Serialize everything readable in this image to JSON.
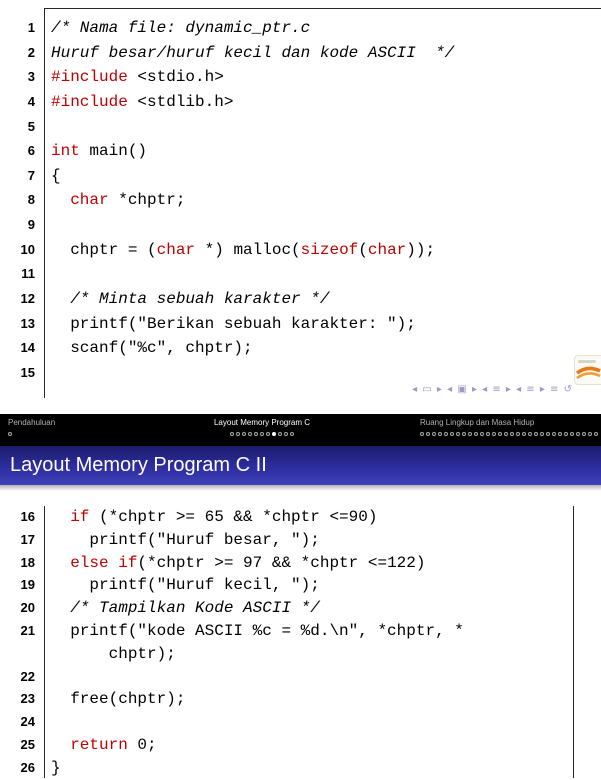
{
  "slide1": {
    "nav_symbols": "◂ ▭ ▸  ◂ ▣ ▸  ◂ ≡ ▸  ◂ ≡ ▸  ≡  ↺",
    "listing": {
      "lines": [
        {
          "no": 1,
          "segs": [
            {
              "s": "c",
              "t": "/* Nama file: dynamic_ptr.c"
            }
          ]
        },
        {
          "no": 2,
          "segs": [
            {
              "s": "c",
              "t": "Huruf besar/huruf kecil dan kode ASCII  */"
            }
          ]
        },
        {
          "no": 3,
          "segs": [
            {
              "s": "k",
              "t": "#include"
            },
            {
              "s": "p",
              "t": " <stdio.h>"
            }
          ]
        },
        {
          "no": 4,
          "segs": [
            {
              "s": "k",
              "t": "#include"
            },
            {
              "s": "p",
              "t": " <stdlib.h>"
            }
          ]
        },
        {
          "no": 5,
          "segs": []
        },
        {
          "no": 6,
          "segs": [
            {
              "s": "k",
              "t": "int"
            },
            {
              "s": "p",
              "t": " main()"
            }
          ]
        },
        {
          "no": 7,
          "segs": [
            {
              "s": "p",
              "t": "{"
            }
          ]
        },
        {
          "no": 8,
          "segs": [
            {
              "s": "p",
              "t": "  "
            },
            {
              "s": "k",
              "t": "char"
            },
            {
              "s": "p",
              "t": " *chptr;"
            }
          ]
        },
        {
          "no": 9,
          "segs": []
        },
        {
          "no": 10,
          "segs": [
            {
              "s": "p",
              "t": "  chptr = ("
            },
            {
              "s": "k",
              "t": "char"
            },
            {
              "s": "p",
              "t": " *) malloc("
            },
            {
              "s": "k",
              "t": "sizeof"
            },
            {
              "s": "p",
              "t": "("
            },
            {
              "s": "k",
              "t": "char"
            },
            {
              "s": "p",
              "t": "));"
            }
          ]
        },
        {
          "no": 11,
          "segs": []
        },
        {
          "no": 12,
          "segs": [
            {
              "s": "p",
              "t": "  "
            },
            {
              "s": "c",
              "t": "/* Minta sebuah karakter */"
            }
          ]
        },
        {
          "no": 13,
          "segs": [
            {
              "s": "p",
              "t": "  printf(\"Berikan sebuah karakter: \");"
            }
          ]
        },
        {
          "no": 14,
          "segs": [
            {
              "s": "p",
              "t": "  scanf(\"%c\", chptr);"
            }
          ]
        },
        {
          "no": 15,
          "segs": []
        }
      ]
    }
  },
  "navbar": {
    "sections": [
      {
        "label": "Pendahuluan",
        "dots": 1,
        "filled": -1
      },
      {
        "label": "Layout Memory Program C",
        "dots": 11,
        "filled": 7
      },
      {
        "label": "Ruang Lingkup dan Masa Hidup",
        "dots": 30,
        "filled": -1
      }
    ]
  },
  "slide2": {
    "frametitle": "Layout Memory Program C II",
    "listing": {
      "lines": [
        {
          "no": 16,
          "segs": [
            {
              "s": "p",
              "t": "  "
            },
            {
              "s": "k",
              "t": "if"
            },
            {
              "s": "p",
              "t": " (*chptr >= 65 && *chptr <=90)"
            }
          ]
        },
        {
          "no": 17,
          "segs": [
            {
              "s": "p",
              "t": "    printf(\"Huruf besar, \");"
            }
          ]
        },
        {
          "no": 18,
          "segs": [
            {
              "s": "p",
              "t": "  "
            },
            {
              "s": "k",
              "t": "else"
            },
            {
              "s": "p",
              "t": " "
            },
            {
              "s": "k",
              "t": "if"
            },
            {
              "s": "p",
              "t": "(*chptr >= 97 && *chptr <=122)"
            }
          ]
        },
        {
          "no": 19,
          "segs": [
            {
              "s": "p",
              "t": "    printf(\"Huruf kecil, \");"
            }
          ]
        },
        {
          "no": 20,
          "segs": [
            {
              "s": "p",
              "t": "  "
            },
            {
              "s": "c",
              "t": "/* Tampilkan Kode ASCII */"
            }
          ]
        },
        {
          "no": 21,
          "segs": [
            {
              "s": "p",
              "t": "  printf(\"kode ASCII %c = %d.\\n\", *chptr, *"
            }
          ]
        },
        {
          "no": null,
          "segs": [
            {
              "s": "p",
              "t": "      chptr);"
            }
          ]
        },
        {
          "no": 22,
          "segs": []
        },
        {
          "no": 23,
          "segs": [
            {
              "s": "p",
              "t": "  free(chptr);"
            }
          ]
        },
        {
          "no": 24,
          "segs": []
        },
        {
          "no": 25,
          "segs": [
            {
              "s": "p",
              "t": "  "
            },
            {
              "s": "k",
              "t": "return"
            },
            {
              "s": "p",
              "t": " 0;"
            }
          ]
        },
        {
          "no": 26,
          "segs": [
            {
              "s": "p",
              "t": "}"
            }
          ]
        }
      ]
    }
  },
  "colors": {
    "keyword": "#c00000",
    "frametitle_top": "#1b1b6e",
    "frametitle_bottom": "#4040ba",
    "navbar_bg": "#000000",
    "nav_symbols": "#9a9ac8",
    "logo_orange": "#e87818"
  }
}
